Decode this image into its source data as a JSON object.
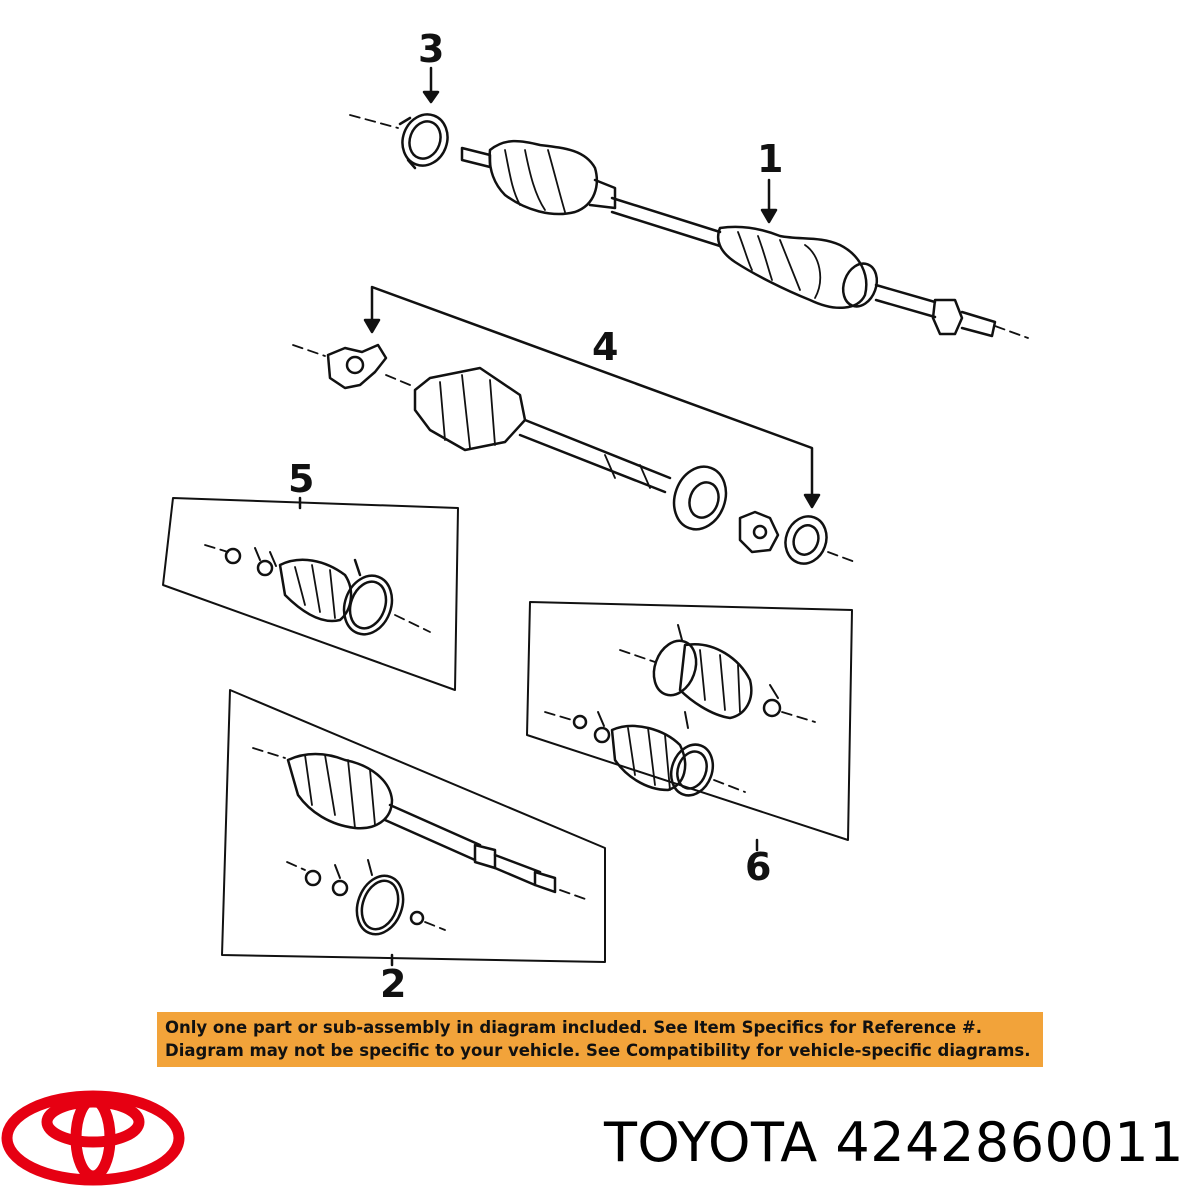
{
  "diagram": {
    "callouts": [
      "1",
      "2",
      "3",
      "4",
      "5",
      "6"
    ]
  },
  "notice": {
    "line1": "Only one part or sub-assembly in diagram included. See Item Specifics for Reference #.",
    "line2": "Diagram may not be specific to your vehicle. See Compatibility for vehicle-specific diagrams."
  },
  "branding": {
    "logo_icon": "toyota-logo-icon",
    "brand": "TOYOTA",
    "part_number": "4242860011",
    "logo_color": "#e60012",
    "notice_color": "#f2a33a"
  }
}
